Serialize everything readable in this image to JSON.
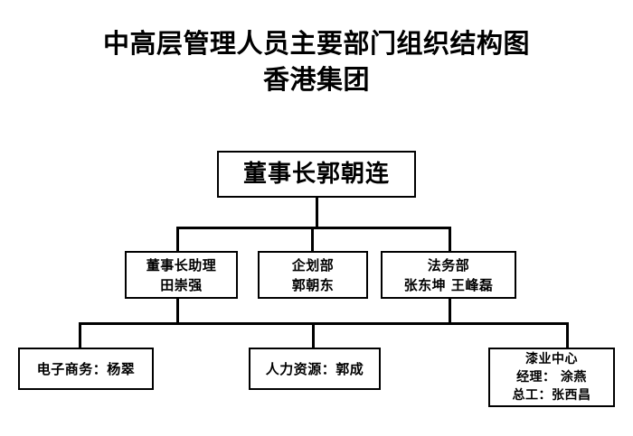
{
  "title": {
    "line1": "中高层管理人员主要部门组织结构图",
    "line2": "香港集团"
  },
  "chart_data": {
    "type": "diagram",
    "diagram_type": "org-chart",
    "title": "中高层管理人员主要部门组织结构图 香港集团",
    "orientation": "top-down",
    "levels": 3,
    "nodes": [
      {
        "id": "chairman",
        "level": 1,
        "lines": [
          "董事长郭朝连"
        ],
        "role": "董事长",
        "person": "郭朝连"
      },
      {
        "id": "assistant",
        "level": 2,
        "lines": [
          "董事长助理",
          "田崇强"
        ],
        "role": "董事长助理",
        "person": "田崇强"
      },
      {
        "id": "planning",
        "level": 2,
        "lines": [
          "企划部",
          "郭朝东"
        ],
        "role": "企划部",
        "person": "郭朝东"
      },
      {
        "id": "legal",
        "level": 2,
        "lines": [
          "法务部",
          "张东坤 王峰磊"
        ],
        "role": "法务部",
        "person": "张东坤 王峰磊"
      },
      {
        "id": "ecommerce",
        "level": 3,
        "lines": [
          "电子商务：杨翠"
        ],
        "role": "电子商务",
        "person": "杨翠"
      },
      {
        "id": "hr",
        "level": 3,
        "lines": [
          "人力资源：郭成"
        ],
        "role": "人力资源",
        "person": "郭成"
      },
      {
        "id": "paint-center",
        "level": 3,
        "lines": [
          "漆业中心",
          "经理： 涂燕",
          "总工：张西昌"
        ],
        "role": "漆业中心",
        "person": "经理 涂燕；总工 张西昌"
      }
    ],
    "edges": [
      {
        "from": "chairman",
        "to": "assistant"
      },
      {
        "from": "chairman",
        "to": "planning"
      },
      {
        "from": "chairman",
        "to": "legal"
      },
      {
        "from": "assistant",
        "to": "ecommerce"
      },
      {
        "from": "assistant",
        "to": "hr"
      },
      {
        "from": "legal",
        "to": "paint-center"
      }
    ],
    "colors": {
      "background": "#ffffff",
      "box_border": "#000000",
      "box_fill": "#ffffff",
      "text": "#000000",
      "connector": "#000000"
    }
  },
  "nodes": {
    "chairman": {
      "line1": "董事长郭朝连"
    },
    "assistant": {
      "line1": "董事长助理",
      "line2": "田崇强"
    },
    "planning": {
      "line1": "企划部",
      "line2": "郭朝东"
    },
    "legal": {
      "line1": "法务部",
      "line2": "张东坤 王峰磊"
    },
    "ecommerce": {
      "line1": "电子商务：杨翠"
    },
    "hr": {
      "line1": "人力资源：郭成"
    },
    "paint": {
      "line1": "漆业中心",
      "line2": "经理： 涂燕",
      "line3": "总工：张西昌"
    }
  }
}
